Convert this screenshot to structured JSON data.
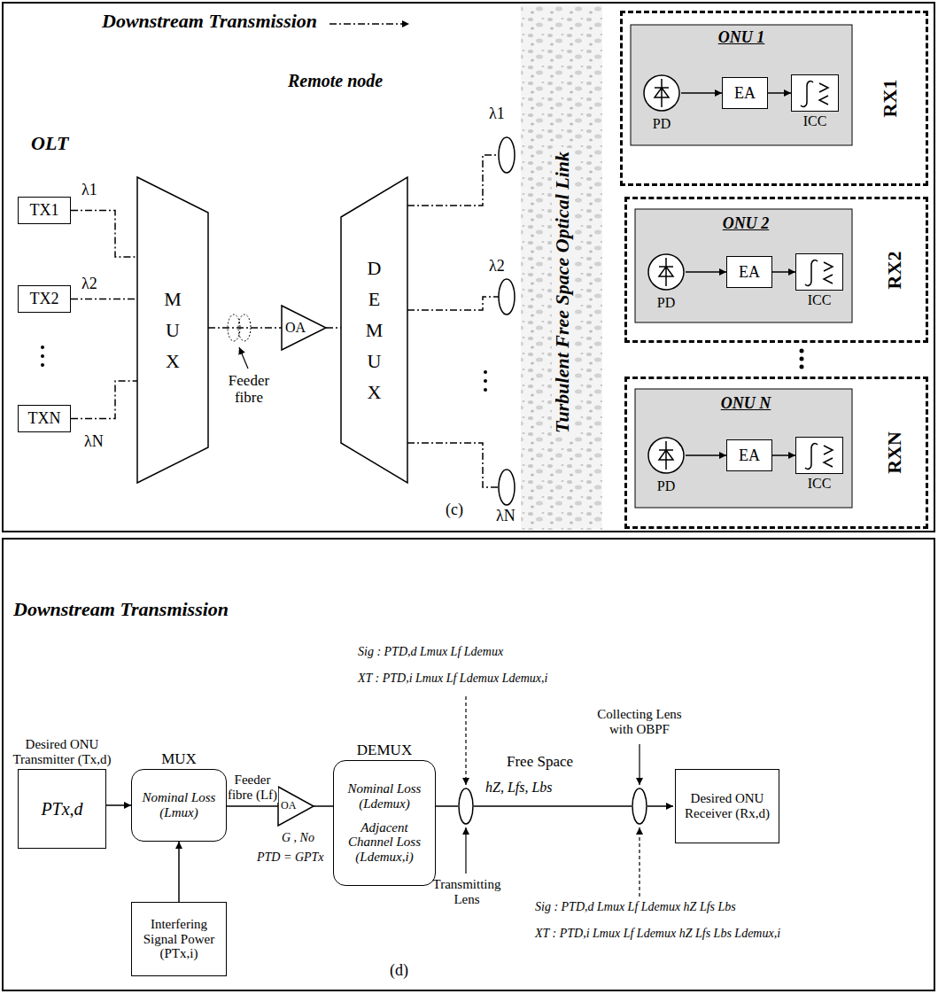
{
  "diagram": {
    "nodes": [
      {
        "text": [
          "TX1"
        ]
      },
      {
        "text": [
          "TX2"
        ]
      },
      {
        "text": [
          "TXN"
        ]
      },
      {
        "text": [
          "M U X"
        ]
      },
      {
        "text": [
          "OA"
        ]
      },
      {
        "text": [
          "D E M U X"
        ]
      },
      {
        "text": [
          "ONU 1",
          "RX1"
        ]
      },
      {
        "text": [
          "PD"
        ],
        "in": 6
      },
      {
        "text": [
          "EA"
        ],
        "in": 6
      },
      {
        "text": [
          "ICC"
        ],
        "in": 6
      },
      {
        "text": [
          "ONU 2",
          "RX2"
        ]
      },
      {
        "text": [
          "PD"
        ],
        "in": 10
      },
      {
        "text": [
          "EA"
        ],
        "in": 10
      },
      {
        "text": [
          "ICC"
        ],
        "in": 10
      },
      {
        "text": [
          "ONU N",
          "RXN"
        ]
      },
      {
        "text": [
          "PD"
        ],
        "in": 14
      },
      {
        "text": [
          "EA"
        ],
        "in": 14
      },
      {
        "text": [
          "ICC"
        ],
        "in": 14
      },
      {
        "text": [
          "Desired ONU Transmitter (Tx,d)",
          "PTx,d"
        ]
      },
      {
        "text": [
          "MUX",
          "Nominal Loss (Lmux)"
        ]
      },
      {
        "text": [
          "Interfering Signal Power (PTx,i)"
        ]
      },
      {
        "text": [
          "OA"
        ]
      },
      {
        "text": [
          "DEMUX",
          "Nominal Loss (Ldemux)",
          "Adjacent Channel Loss (Ldemux,i)"
        ]
      },
      {
        "text": [
          "Desired ONU Receiver (Rx,d)"
        ]
      }
    ],
    "edges": [
      {
        "from": 0,
        "to": 3,
        "arrow": "none"
      },
      {
        "from": 1,
        "to": 3,
        "arrow": "none"
      },
      {
        "from": 2,
        "to": 3,
        "arrow": "none"
      },
      {
        "from": 3,
        "to": 4,
        "arrow": "none"
      },
      {
        "from": 4,
        "to": 5,
        "arrow": "none"
      },
      {
        "from": 7,
        "to": 8,
        "arrow": "to"
      },
      {
        "from": 8,
        "to": 9,
        "arrow": "to"
      },
      {
        "from": 11,
        "to": 12,
        "arrow": "to"
      },
      {
        "from": 12,
        "to": 13,
        "arrow": "to"
      },
      {
        "from": 15,
        "to": 16,
        "arrow": "to"
      },
      {
        "from": 16,
        "to": 17,
        "arrow": "to"
      },
      {
        "from": 18,
        "to": 19,
        "arrow": "to"
      },
      {
        "from": 20,
        "to": 19,
        "arrow": "to"
      },
      {
        "from": 19,
        "to": 21,
        "label": "Feeder fibre (Lf)",
        "arrow": "none"
      },
      {
        "from": 21,
        "to": 22,
        "arrow": "none"
      }
    ],
    "labels": [
      "Downstream Transmission",
      "Remote node",
      "OLT",
      "λ1",
      "λ2",
      "λN",
      "Feeder fibre",
      "λ1",
      "λ2",
      "λN",
      "Turbulent Free Space Optical Link",
      "(c)",
      "Downstream Transmission",
      "Sig : PTD,d Lmux Lf Ldemux",
      "XT : PTD,i Lmux Lf Ldemux Ldemux,i",
      "G , No",
      "PTD = GPTx",
      "Transmitting Lens",
      "Free Space",
      "hZ, Lfs, Lbs",
      "Collecting Lens with OBPF",
      "Sig : PTD,d Lmux Lf Ldemux hZ Lfs Lbs",
      "XT : PTD,i Lmux Lf Ldemux hZ Lfs Lbs Ldemux,i",
      "(d)"
    ]
  }
}
